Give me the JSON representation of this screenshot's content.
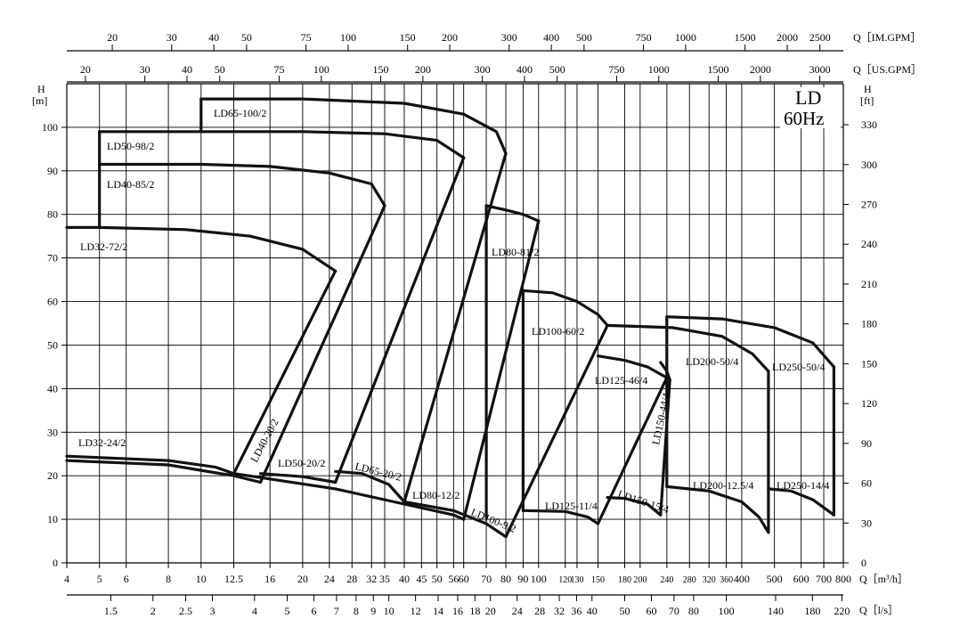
{
  "chart_data": {
    "type": "line",
    "title": "LD",
    "subtitle": "60Hz",
    "x_scale": "log",
    "xlim": [
      4,
      800
    ],
    "ylim": [
      0,
      110
    ],
    "grid": true,
    "axes": {
      "left": {
        "label": "H",
        "unit": "[m]",
        "ticks": [
          0,
          10,
          20,
          30,
          40,
          50,
          60,
          70,
          80,
          90,
          100
        ]
      },
      "right": {
        "label": "H",
        "unit": "[ft]",
        "ticks": [
          0,
          30,
          60,
          90,
          120,
          150,
          180,
          210,
          240,
          270,
          300,
          330
        ]
      },
      "bottom1": {
        "label": "Q［m³/h］",
        "ticks": [
          4,
          5,
          6,
          8,
          10,
          12.5,
          16,
          20,
          24,
          28,
          32,
          35,
          40,
          45,
          50,
          56,
          60,
          70,
          80,
          90,
          100,
          120,
          130,
          150,
          180,
          200,
          240,
          280,
          320,
          360,
          400,
          500,
          600,
          700,
          800
        ],
        "tick_labels": [
          "4",
          "5",
          "6",
          "8",
          "10",
          "12.5",
          "16",
          "20",
          "24",
          "28",
          "32",
          "35",
          "40",
          "45",
          "50",
          "56",
          "60",
          "70",
          "80",
          "90",
          "100",
          "120",
          "130",
          "150",
          "180",
          "200",
          "240",
          "280",
          "320",
          "360",
          "400",
          "500",
          "600",
          "700",
          "800"
        ]
      },
      "bottom2": {
        "label": "Q［l/s］",
        "ticks": [
          1.5,
          2,
          2.5,
          3,
          4,
          5,
          6,
          7,
          8,
          9,
          10,
          12,
          14,
          16,
          18,
          20,
          24,
          28,
          32,
          36,
          40,
          50,
          60,
          70,
          80,
          100,
          140,
          180,
          220
        ],
        "tick_labels": [
          "1.5",
          "2",
          "2.5",
          "3",
          "4",
          "5",
          "6",
          "7",
          "8",
          "9",
          "10",
          "12",
          "14",
          "16",
          "18",
          "20",
          "24",
          "28",
          "32",
          "36",
          "40",
          "50",
          "60",
          "70",
          "80",
          "100",
          "140",
          "180",
          "220"
        ]
      },
      "top1": {
        "label": "Q［IM.GPM］",
        "ticks": [
          20,
          30,
          40,
          50,
          75,
          100,
          150,
          200,
          300,
          400,
          500,
          750,
          1000,
          1500,
          2000,
          2500
        ],
        "tick_labels": [
          "20",
          "30",
          "40",
          "50",
          "75",
          "100",
          "150",
          "200",
          "300",
          "400",
          "500",
          "750",
          "1000",
          "1500",
          "2000",
          "2500"
        ]
      },
      "top2": {
        "label": "Q［US.GPM］",
        "ticks": [
          20,
          30,
          40,
          50,
          75,
          100,
          150,
          200,
          300,
          400,
          500,
          750,
          1000,
          1500,
          2000,
          3000
        ],
        "tick_labels": [
          "20",
          "30",
          "40",
          "50",
          "75",
          "100",
          "150",
          "200",
          "300",
          "400",
          "500",
          "750",
          "1000",
          "1500",
          "2000",
          "3000"
        ]
      }
    },
    "series": [
      {
        "name": "LD32-72/2",
        "x": [
          4,
          5,
          9,
          14,
          20,
          25
        ],
        "y": [
          77,
          77,
          76.5,
          75,
          72,
          67
        ]
      },
      {
        "name": "LD40-85/2",
        "x": [
          5,
          6,
          10,
          16,
          24,
          32,
          35
        ],
        "y": [
          91.5,
          91.5,
          91.5,
          91,
          89.5,
          87,
          82
        ]
      },
      {
        "name": "LD50-98/2",
        "x": [
          5,
          10,
          20,
          35,
          50,
          60
        ],
        "y": [
          99,
          99,
          99,
          98.5,
          97,
          93
        ]
      },
      {
        "name": "LD65-100/2",
        "x": [
          10,
          20,
          40,
          60,
          75,
          80
        ],
        "y": [
          106.5,
          106.5,
          105.5,
          103,
          99,
          94
        ]
      },
      {
        "name": "LD80-81/2",
        "x": [
          70,
          80,
          90,
          100
        ],
        "y": [
          82,
          81,
          80,
          78.5
        ]
      },
      {
        "name": "LD100-60/2",
        "x": [
          90,
          110,
          130,
          150,
          160
        ],
        "y": [
          62.5,
          62,
          60,
          57,
          54.5
        ]
      },
      {
        "name": "LD125-46/4",
        "x": [
          150,
          180,
          210,
          240
        ],
        "y": [
          47.5,
          46.5,
          45,
          42.5
        ]
      },
      {
        "name": "LD150-44/4",
        "x": [
          230,
          235,
          240,
          245
        ],
        "y": [
          46,
          45,
          44,
          42
        ]
      },
      {
        "name": "LD200-50/4",
        "x": [
          160,
          250,
          350,
          430,
          480
        ],
        "y": [
          54.5,
          54,
          52,
          48,
          44
        ]
      },
      {
        "name": "LD250-50/4",
        "x": [
          240,
          350,
          500,
          650,
          750
        ],
        "y": [
          56.5,
          56,
          54,
          50.5,
          45
        ]
      },
      {
        "name": "LD32-24/2",
        "x": [
          4,
          8,
          11,
          12.5
        ],
        "y": [
          24.5,
          23.5,
          22,
          20.5
        ]
      },
      {
        "name": "LD40-20/2",
        "x": [
          4,
          8,
          12.5,
          15
        ],
        "y": [
          23.5,
          22.5,
          20,
          18.5
        ]
      },
      {
        "name": "LD50-20/2",
        "x": [
          15,
          20,
          25
        ],
        "y": [
          20.5,
          19.8,
          18.5
        ]
      },
      {
        "name": "LD65-20/2",
        "x": [
          25,
          30,
          36,
          40
        ],
        "y": [
          21,
          20.5,
          18,
          14
        ]
      },
      {
        "name": "LD80-12/2",
        "x": [
          12.5,
          25,
          40,
          56,
          60
        ],
        "y": [
          20.5,
          17,
          13.5,
          11,
          10
        ]
      },
      {
        "name": "LD100-9/2",
        "x": [
          40,
          56,
          70,
          80
        ],
        "y": [
          14,
          12,
          9,
          6
        ]
      },
      {
        "name": "LD125-11/4",
        "x": [
          90,
          120,
          140,
          150
        ],
        "y": [
          12,
          11.8,
          10.5,
          9
        ]
      },
      {
        "name": "LD150-15/4",
        "x": [
          160,
          180,
          210,
          230
        ],
        "y": [
          15,
          14.8,
          13.5,
          11
        ]
      },
      {
        "name": "LD200-12.5/4",
        "x": [
          240,
          320,
          400,
          450,
          480
        ],
        "y": [
          17.5,
          16.5,
          14,
          10.5,
          7
        ]
      },
      {
        "name": "LD250-14/4",
        "x": [
          480,
          560,
          650,
          750
        ],
        "y": [
          17,
          16.5,
          14.5,
          11
        ]
      }
    ],
    "boundaries": [
      {
        "x": [
          5,
          5
        ],
        "y": [
          77,
          99
        ]
      },
      {
        "x": [
          10,
          10
        ],
        "y": [
          99,
          106.5
        ]
      },
      {
        "x": [
          25,
          12.5
        ],
        "y": [
          67,
          20.5
        ]
      },
      {
        "x": [
          35,
          15
        ],
        "y": [
          82,
          18.5
        ]
      },
      {
        "x": [
          60,
          25
        ],
        "y": [
          93,
          18.5
        ]
      },
      {
        "x": [
          80,
          40
        ],
        "y": [
          94,
          14
        ]
      },
      {
        "x": [
          100,
          60
        ],
        "y": [
          78.5,
          10
        ]
      },
      {
        "x": [
          160,
          80
        ],
        "y": [
          54.5,
          6
        ]
      },
      {
        "x": [
          240,
          150
        ],
        "y": [
          42.5,
          9
        ]
      },
      {
        "x": [
          245,
          230
        ],
        "y": [
          42,
          11
        ]
      },
      {
        "x": [
          480,
          480
        ],
        "y": [
          44,
          7
        ]
      },
      {
        "x": [
          750,
          750
        ],
        "y": [
          45,
          11
        ]
      },
      {
        "x": [
          240,
          240
        ],
        "y": [
          56.5,
          17.5
        ]
      },
      {
        "x": [
          70,
          70
        ],
        "y": [
          82,
          10.5
        ]
      },
      {
        "x": [
          90,
          90
        ],
        "y": [
          62.5,
          12
        ]
      }
    ]
  }
}
